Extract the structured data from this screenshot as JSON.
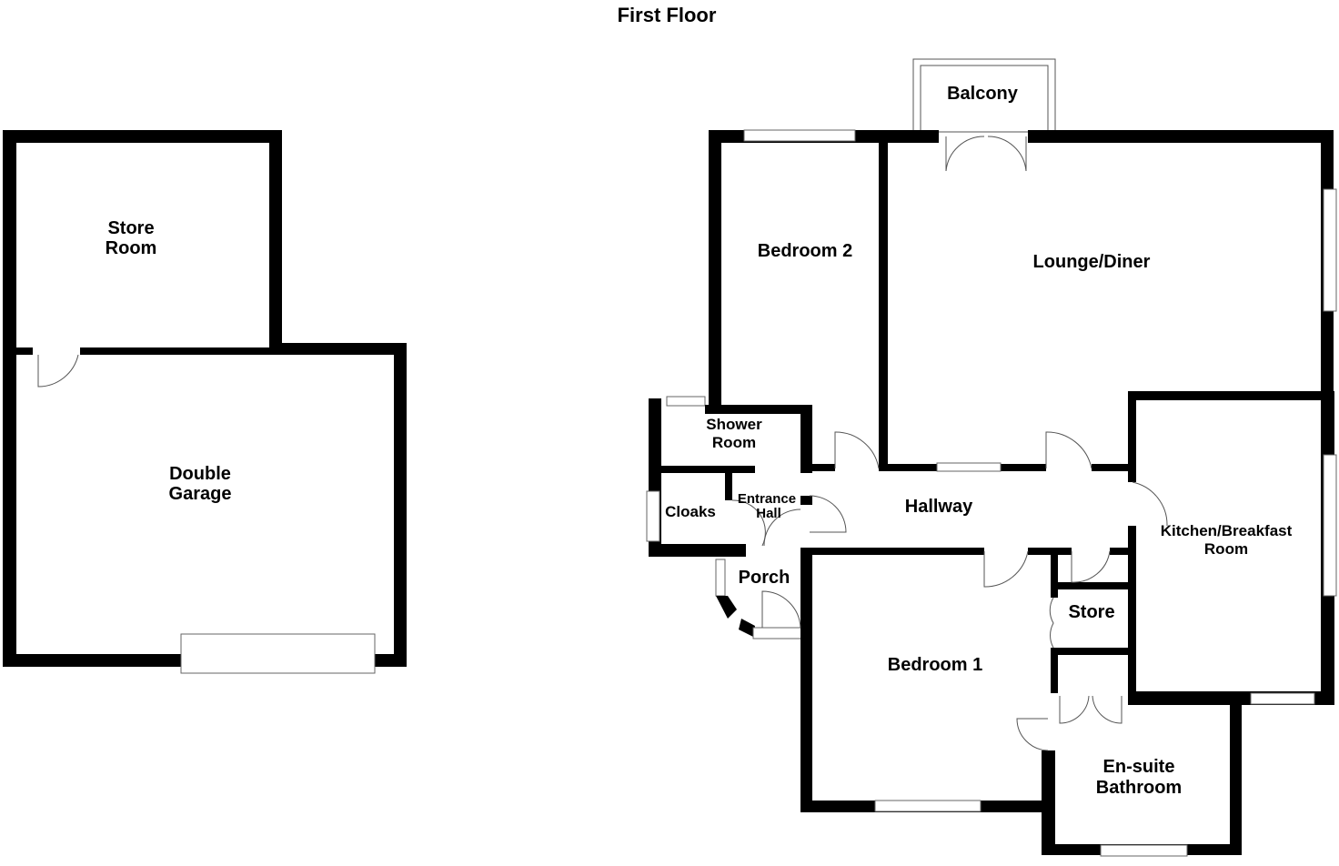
{
  "title": "First Floor",
  "rooms": {
    "store_room": [
      "Store",
      "Room"
    ],
    "double_garage": [
      "Double",
      "Garage"
    ],
    "balcony": "Balcony",
    "bedroom_2": "Bedroom 2",
    "lounge_diner": "Lounge/Diner",
    "shower_room": [
      "Shower",
      "Room"
    ],
    "cloaks": "Cloaks",
    "entrance_hall": [
      "Entrance",
      "Hall"
    ],
    "hallway": "Hallway",
    "kitchen": [
      "Kitchen/Breakfast",
      "Room"
    ],
    "porch": "Porch",
    "store": "Store",
    "bedroom_1": "Bedroom 1",
    "ensuite": [
      "En-suite",
      "Bathroom"
    ]
  }
}
